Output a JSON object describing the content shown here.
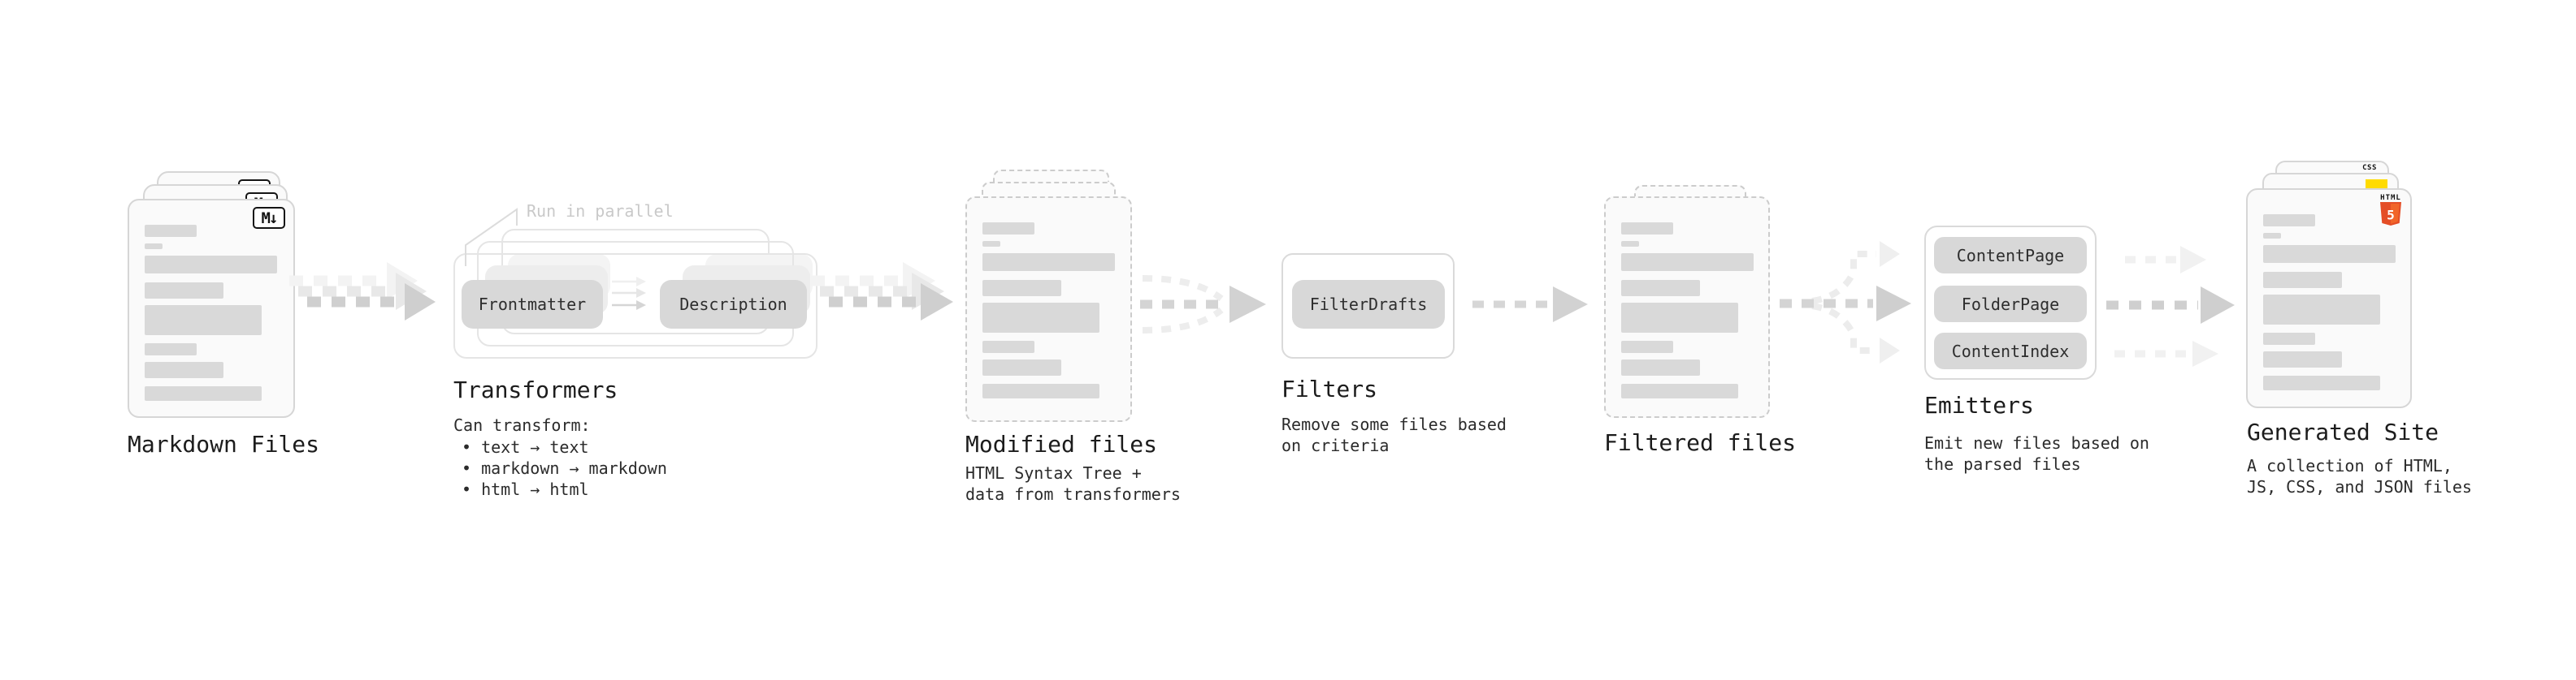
{
  "diagram": {
    "background": "#ffffff",
    "colors": {
      "arrow_front": "#cfcfcf",
      "arrow_mid": "#e8e8e8",
      "arrow_back": "#f3f3f3",
      "pill_fill": "#d8d8d8",
      "skeleton_bar": "#d9d9d9",
      "css_badge_blue": "#3f6ae0",
      "js_badge_yellow": "#ffdb00",
      "html5_orange": "#e44d26"
    },
    "stages": {
      "markdown_files": {
        "label": "Markdown Files",
        "icon_glyph": "M↓"
      },
      "transformers": {
        "label": "Transformers",
        "annotation": "Run in parallel",
        "pill_left": "Frontmatter",
        "pill_right": "Description",
        "desc": [
          "Can transform:",
          "• text → text",
          "• markdown → markdown",
          "• html → html"
        ]
      },
      "modified_files": {
        "label": "Modified files",
        "desc": [
          "HTML Syntax Tree +",
          "data from transformers"
        ]
      },
      "filters": {
        "label": "Filters",
        "pill": "FilterDrafts",
        "desc": [
          "Remove some files based",
          "on criteria"
        ]
      },
      "filtered_files": {
        "label": "Filtered files"
      },
      "emitters": {
        "label": "Emitters",
        "pills": [
          "ContentPage",
          "FolderPage",
          "ContentIndex"
        ],
        "desc": [
          "Emit new files based on",
          "the parsed files"
        ]
      },
      "generated_site": {
        "label": "Generated Site",
        "desc": [
          "A collection of HTML,",
          "JS, CSS, and JSON files"
        ],
        "badges": {
          "css": "CSS",
          "html_label": "HTML",
          "html_numeral": "5"
        }
      }
    }
  }
}
